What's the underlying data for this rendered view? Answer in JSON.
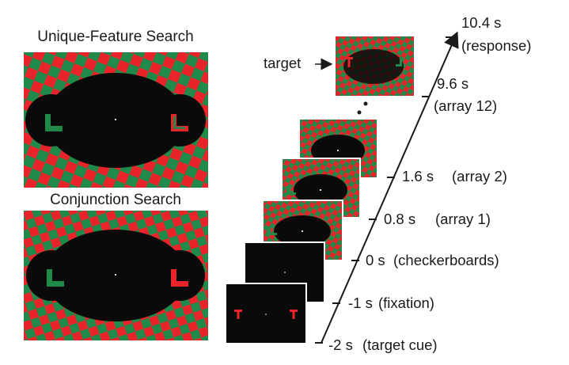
{
  "panels": {
    "unique_title": "Unique-Feature Search",
    "conjunction_title": "Conjunction Search"
  },
  "target_label": "target",
  "timeline": [
    {
      "time": "10.4 s",
      "event": "(response)"
    },
    {
      "time": "9.6 s",
      "event": "(array 12)"
    },
    {
      "time": "1.6 s",
      "event": "(array 2)"
    },
    {
      "time": "0.8 s",
      "event": "(array 1)"
    },
    {
      "time": "0 s",
      "event": "(checkerboards)"
    },
    {
      "time": "-1 s",
      "event": "(fixation)"
    },
    {
      "time": "-2 s",
      "event": "(target cue)"
    }
  ],
  "colors": {
    "red": "#e8242a",
    "green": "#1f8a4a",
    "black": "#0a0a0a",
    "axis": "#1a1a1a"
  }
}
